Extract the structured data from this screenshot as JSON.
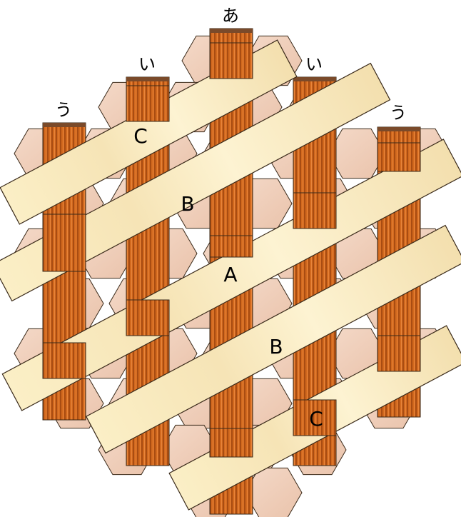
{
  "vertical_strip_labels": [
    "う",
    "い",
    "あ",
    "い",
    "う"
  ],
  "diagonal_strip_labels": [
    "C",
    "B",
    "A",
    "B",
    "C"
  ],
  "colors": {
    "vertical_strip": "#d2691e",
    "vertical_strip_dark": "#a84c12",
    "vertical_cap": "#7a4a2a",
    "diagonal_strip": "#fbefc6",
    "diagonal_strip_shade": "#f1ddaa",
    "hex_tile": "#f2d3c0",
    "outline": "#3a2a1a"
  }
}
